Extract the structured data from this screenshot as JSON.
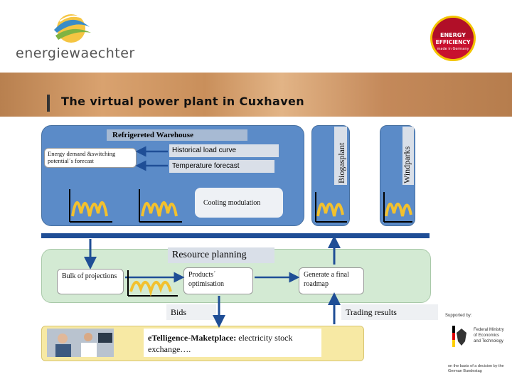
{
  "header": {
    "logo_text": "energiewaechter",
    "badge_lines": [
      "ENERGY",
      "EFFICIENCY",
      "made in Germany"
    ]
  },
  "banner": {
    "title": "The virtual power plant in Cuxhaven"
  },
  "warehouse": {
    "title": "Refrigereted Warehouse",
    "energy_box": "Energy demand &switching potential´s forecast",
    "historical": "Historical load curve",
    "temperature": "Temperature forecast",
    "cooling": "Cooling modulation"
  },
  "plants": {
    "biogas": "Biogasplant",
    "wind": "Windparks"
  },
  "planning": {
    "title": "Resource planning",
    "bulk": "Bulk of projections",
    "products": "Products´ optimisation",
    "roadmap": "Generate a final roadmap",
    "bids": "Bids",
    "trading": "Trading results"
  },
  "market": {
    "bold": "eTelligence-Maketplace:",
    "rest": " electricity stock exchange…."
  },
  "sponsor": {
    "supported": "Supported by:",
    "ministry": "Federal Ministry of Economics and Technology",
    "decision": "on the basis of a decision by the German Bundestag"
  },
  "colors": {
    "panel_blue": "#5b8bc8",
    "arrow_blue": "#1f4e96",
    "panel_green": "#d3ead3",
    "curve_yellow": "#f2c12e"
  }
}
